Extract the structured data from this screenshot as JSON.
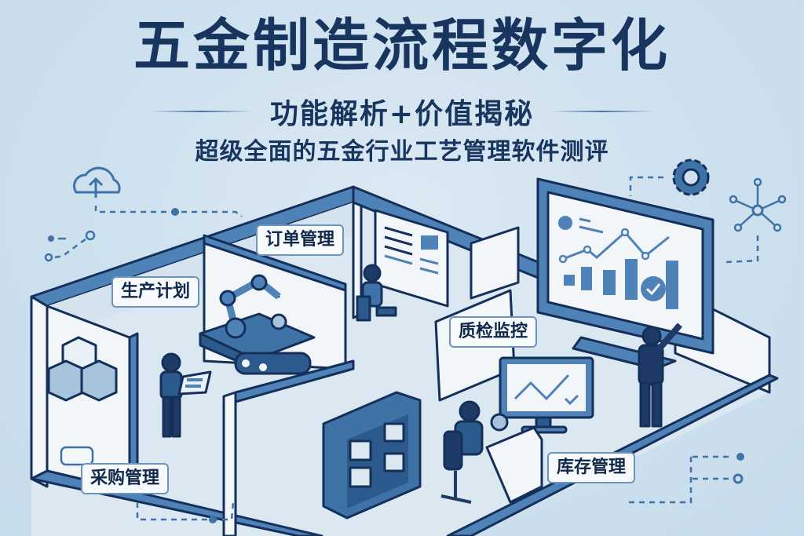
{
  "title": "五金制造流程数字化",
  "subtitle": "功能解析+价值揭秘",
  "tagline": "超级全面的五金行业工艺管理软件测评",
  "modules": [
    {
      "label": "订单管理",
      "icon": "order-document-icon"
    },
    {
      "label": "生产计划",
      "icon": "robot-arm-icon"
    },
    {
      "label": "质检监控",
      "icon": "monitor-chart-icon"
    },
    {
      "label": "库存管理",
      "icon": "shelf-boxes-icon"
    },
    {
      "label": "采购管理",
      "icon": "boxes-icon"
    }
  ],
  "decor_icons": [
    "cloud-upload-icon",
    "gear-icon",
    "network-nodes-icon",
    "dashboard-chart-icon"
  ],
  "colors": {
    "background": "#cfe2ef",
    "title": "#17355f",
    "accent": "#3f73a8",
    "dark": "#1d3b66",
    "wall": "#f3f6f9"
  }
}
